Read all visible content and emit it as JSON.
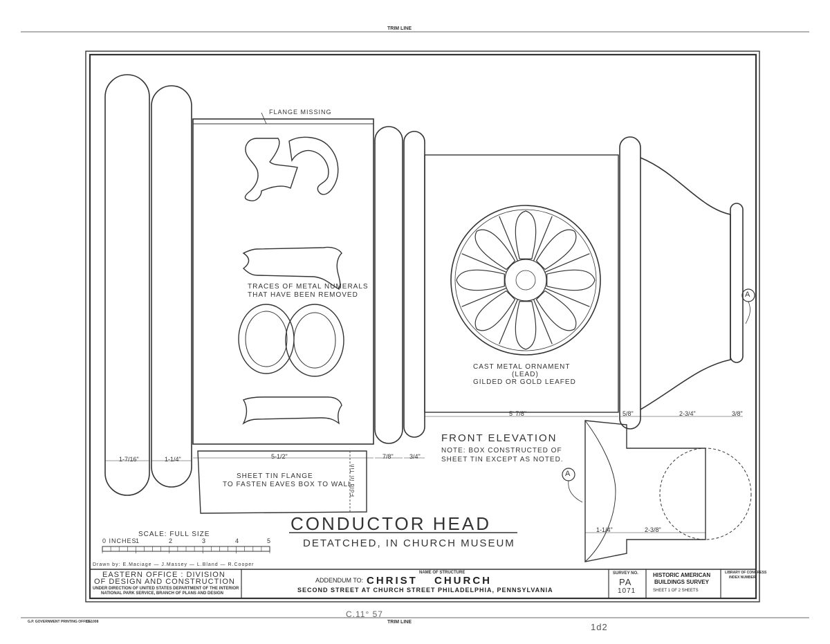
{
  "trim_line_top": "TRIM LINE",
  "trim_line_bottom": "TRIM LINE",
  "labels": {
    "flange_missing": "FLANGE MISSING",
    "traces_line1": "TRACES OF METAL NUMERALS",
    "traces_line2": "THAT HAVE BEEN REMOVED",
    "ornament_line1": "CAST METAL ORNAMENT",
    "ornament_line2": "(LEAD)",
    "ornament_line3": "GILDED OR GOLD LEAFED",
    "sheet_tin_line1": "SHEET TIN FLANGE",
    "sheet_tin_line2": "TO FASTEN EAVES BOX TO WALL",
    "fold_in_tin": "Fold in Tin",
    "section_marker": "A"
  },
  "dimensions": {
    "d1": "1-7/16\"",
    "d2": "1-1/4\"",
    "d3": "5-1/2\"",
    "d4": "7/8\"",
    "d5": "3/4\"",
    "d6": "5' 7/8\"",
    "d7": "5/8\"",
    "d8": "2-3/4\"",
    "d9": "3/8\"",
    "d10": "1-1/4\"",
    "d11": "2-3/8\""
  },
  "elevation": {
    "title": "FRONT ELEVATION",
    "note_line1": "NOTE: BOX CONSTRUCTED OF",
    "note_line2": "SHEET TIN EXCEPT AS NOTED."
  },
  "main_title": "CONDUCTOR HEAD",
  "subtitle": "DETATCHED, IN CHURCH MUSEUM",
  "scale": {
    "label": "SCALE: FULL SIZE",
    "ticks": [
      "0 INCHES",
      "1",
      "2",
      "3",
      "4",
      "5"
    ]
  },
  "drawn_by": "Drawn by: E.Maciage — J.Massey — L.Bland — R.Cooper",
  "title_block": {
    "office_line1": "EASTERN OFFICE : DIVISION",
    "office_line2": "OF DESIGN AND CONSTRUCTION",
    "office_line3": "UNDER DIRECTION OF UNITED STATES DEPARTMENT OF THE INTERIOR",
    "office_line4": "NATIONAL PARK SERVICE, BRANCH OF PLANS AND DESIGN",
    "name_of_structure_label": "NAME OF STRUCTURE",
    "addendum_label": "ADDENDUM TO:",
    "structure_name_1": "CHRIST",
    "structure_name_2": "CHURCH",
    "address": "SECOND STREET AT CHURCH STREET     PHILADELPHIA, PENNSYLVANIA",
    "survey_no_label": "SURVEY NO.",
    "survey_no_state": "PA",
    "survey_no_number": "1071",
    "habs_line1": "HISTORIC AMERICAN",
    "habs_line2": "BUILDINGS SURVEY",
    "sheet_info": "SHEET 1 OF 2 SHEETS",
    "loc_label_1": "LIBRARY OF CONGRESS",
    "loc_label_2": "INDEX NUMBER"
  },
  "bottom_margin": {
    "printer_note": "G.P. GOVERNMENT PRINTING OFFICE",
    "form_no": "10-1008",
    "handwritten_1": "C.11° 57",
    "handwritten_2": "1d2"
  }
}
